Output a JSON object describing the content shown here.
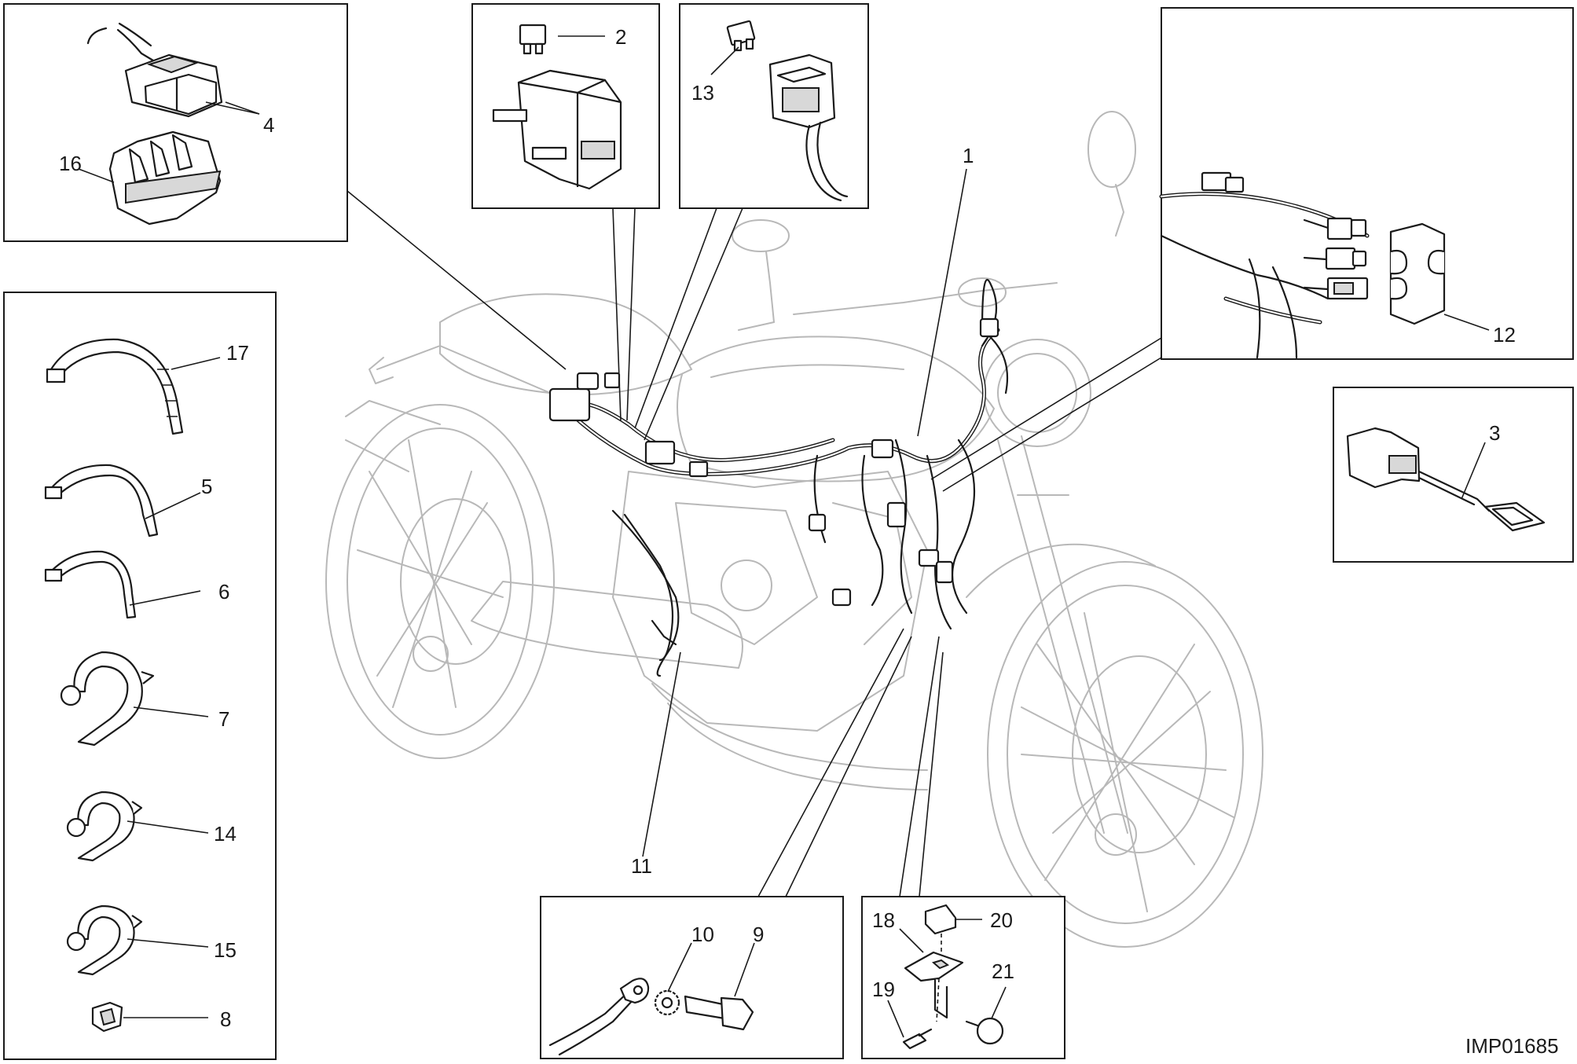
{
  "diagram_code": "IMP01685",
  "callouts": {
    "c1": "1",
    "c2": "2",
    "c3": "3",
    "c4": "4",
    "c5": "5",
    "c6": "6",
    "c7": "7",
    "c8": "8",
    "c9": "9",
    "c10": "10",
    "c11": "11",
    "c12": "12",
    "c13": "13",
    "c14": "14",
    "c15": "15",
    "c16": "16",
    "c17": "17",
    "c18": "18",
    "c19": "19",
    "c20": "20",
    "c21": "21"
  }
}
